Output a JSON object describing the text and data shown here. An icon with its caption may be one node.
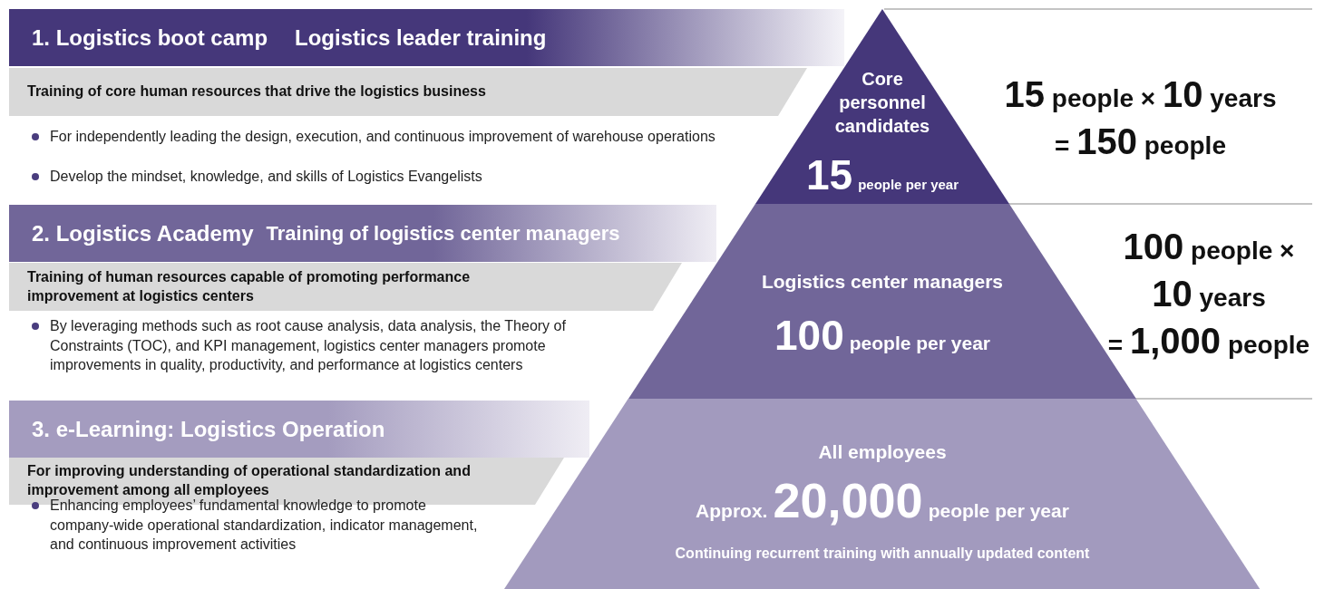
{
  "diagram": {
    "nodes": [
      {
        "text": [
          "1. Logistics boot camp",
          "Logistics leader training"
        ]
      },
      {
        "text": [
          "Training of core human resources that drive the logistics business"
        ]
      },
      {
        "text": [
          "2. Logistics Academy",
          "Training of logistics center managers"
        ]
      },
      {
        "text": [
          "Training of human resources capable of promoting performance improvement at logistics centers"
        ]
      },
      {
        "text": [
          "3. e-Learning: Logistics Operation"
        ]
      },
      {
        "text": [
          "For improving understanding of operational standardization and improvement among all employees"
        ]
      },
      {
        "text": [
          "Core personnel candidates",
          "15",
          "people per year"
        ]
      },
      {
        "text": [
          "Logistics center managers",
          "100",
          "people per year"
        ]
      },
      {
        "text": [
          "All employees",
          "Approx.",
          "20,000",
          "people per year",
          "Continuing recurrent training with annually updated content"
        ]
      }
    ],
    "labels": [
      "For independently leading the design, execution, and continuous improvement of warehouse operations",
      "Develop the mindset, knowledge, and skills of Logistics Evangelists",
      "By leveraging methods such as root cause analysis, data analysis, the Theory of Constraints (TOC), and KPI management, logistics center managers promote improvements in quality, productivity, and performance at logistics centers",
      "Enhancing employees’ fundamental knowledge to promote company-wide operational standardization, indicator management, and continuous improvement activities",
      "15 people × 10 years = 150 people",
      "100 people × 10 years = 1,000 people"
    ]
  }
}
